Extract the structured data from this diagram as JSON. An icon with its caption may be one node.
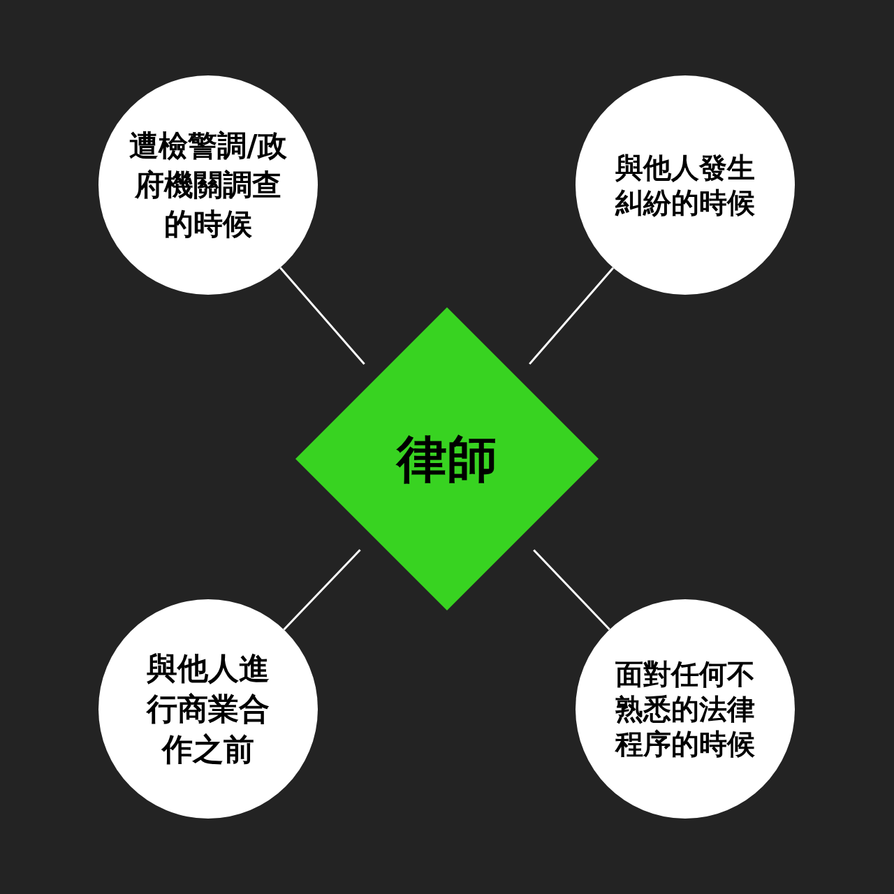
{
  "diagram": {
    "nodes": [
      {
        "text": [
          "律師"
        ]
      },
      {
        "text": [
          "遭檢警調/政府機關調查的時候"
        ]
      },
      {
        "text": [
          "與他人發生糾紛的時候"
        ]
      },
      {
        "text": [
          "與他人進行商業合作之前"
        ]
      },
      {
        "text": [
          "面對任何不熟悉的法律程序的時候"
        ]
      }
    ],
    "edges": [
      {
        "from": 1,
        "to": 0,
        "arrow": "none"
      },
      {
        "from": 2,
        "to": 0,
        "arrow": "none"
      },
      {
        "from": 3,
        "to": 0,
        "arrow": "none"
      },
      {
        "from": 4,
        "to": 0,
        "arrow": "none"
      }
    ]
  }
}
